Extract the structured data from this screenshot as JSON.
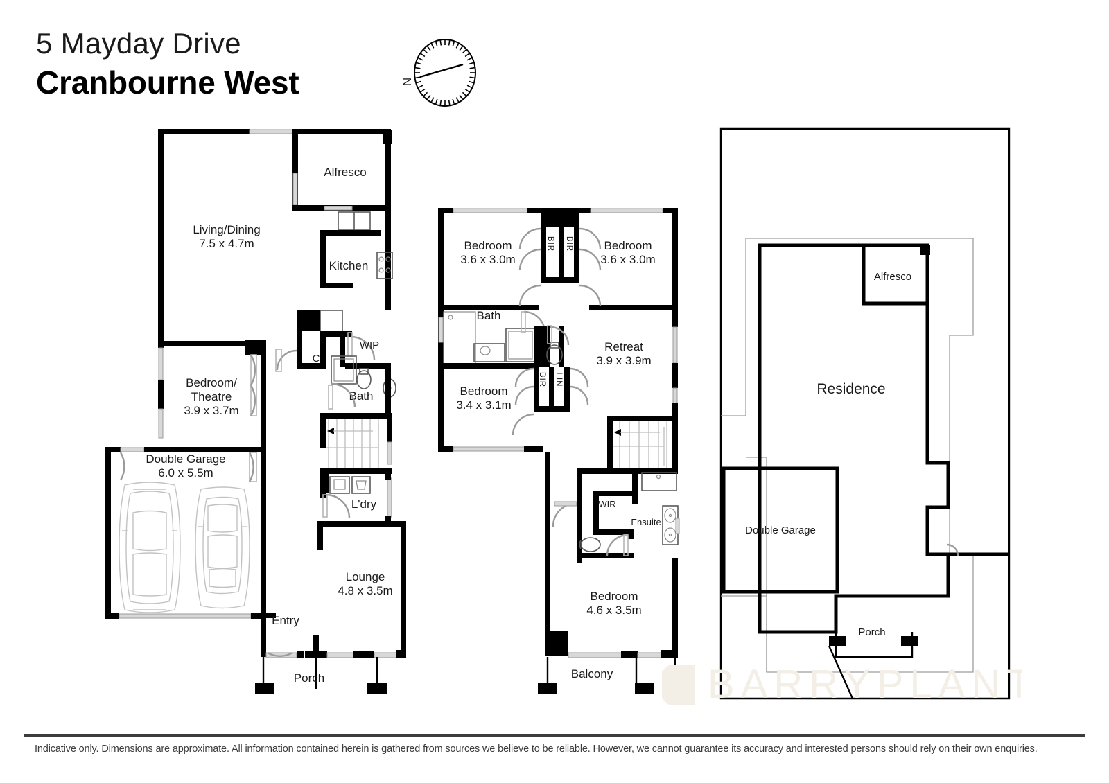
{
  "header": {
    "street": "5 Mayday Drive",
    "suburb": "Cranbourne West",
    "compass_label": "N",
    "compass_icon": "compass-rose-icon"
  },
  "footer": {
    "disclaimer": "Indicative only. Dimensions are approximate. All information contained herein is gathered from sources we believe to be reliable. However, we cannot guarantee its accuracy and interested persons should rely on their own enquiries."
  },
  "watermark": {
    "text": "BARRYPLANT"
  },
  "colors": {
    "wall": "#000000",
    "text": "#1a1a1a",
    "fixture": "#5a5a5a",
    "glazing": "#d8d8d8",
    "watermark": "#f3efe6",
    "footer_rule": "#3c3c3c"
  },
  "ground_floor": {
    "name": "ground-floor-plan",
    "rooms": [
      {
        "key": "living_dining",
        "label": "Living/Dining",
        "dimensions": "7.5 x 4.7m"
      },
      {
        "key": "alfresco",
        "label": "Alfresco",
        "dimensions": ""
      },
      {
        "key": "kitchen",
        "label": "Kitchen",
        "dimensions": ""
      },
      {
        "key": "wip",
        "label": "WIP",
        "dimensions": ""
      },
      {
        "key": "cupboard",
        "label": "C",
        "dimensions": ""
      },
      {
        "key": "bath",
        "label": "Bath",
        "dimensions": ""
      },
      {
        "key": "bedroom_theatre",
        "label": "Bedroom/",
        "label2": "Theatre",
        "dimensions": "3.9 x 3.7m"
      },
      {
        "key": "double_garage",
        "label": "Double Garage",
        "dimensions": "6.0 x 5.5m"
      },
      {
        "key": "laundry",
        "label": "L'dry",
        "dimensions": ""
      },
      {
        "key": "lounge",
        "label": "Lounge",
        "dimensions": "4.8 x 3.5m"
      },
      {
        "key": "entry",
        "label": "Entry",
        "dimensions": ""
      },
      {
        "key": "porch",
        "label": "Porch",
        "dimensions": ""
      }
    ]
  },
  "first_floor": {
    "name": "first-floor-plan",
    "rooms": [
      {
        "key": "bedroom_2",
        "label": "Bedroom",
        "dimensions": "3.6 x 3.0m"
      },
      {
        "key": "bedroom_3",
        "label": "Bedroom",
        "dimensions": "3.6 x 3.0m"
      },
      {
        "key": "bedroom_4",
        "label": "Bedroom",
        "dimensions": "3.4 x 3.1m"
      },
      {
        "key": "bath",
        "label": "Bath",
        "dimensions": ""
      },
      {
        "key": "retreat",
        "label": "Retreat",
        "dimensions": "3.9 x 3.9m"
      },
      {
        "key": "bedroom_master",
        "label": "Bedroom",
        "dimensions": "4.6 x 3.5m"
      },
      {
        "key": "wir",
        "label": "WIR",
        "dimensions": ""
      },
      {
        "key": "ensuite",
        "label": "Ensuite",
        "dimensions": ""
      },
      {
        "key": "balcony",
        "label": "Balcony",
        "dimensions": ""
      }
    ],
    "robes": [
      {
        "key": "bir_1",
        "label": "BIR"
      },
      {
        "key": "bir_2",
        "label": "BIR"
      },
      {
        "key": "bir_3",
        "label": "BIR"
      },
      {
        "key": "lin_1",
        "label": "LIN"
      }
    ]
  },
  "site_plan": {
    "name": "site-plan",
    "labels": [
      {
        "key": "residence",
        "label": "Residence"
      },
      {
        "key": "alfresco",
        "label": "Alfresco"
      },
      {
        "key": "double_garage",
        "label": "Double Garage"
      },
      {
        "key": "porch",
        "label": "Porch"
      }
    ]
  }
}
